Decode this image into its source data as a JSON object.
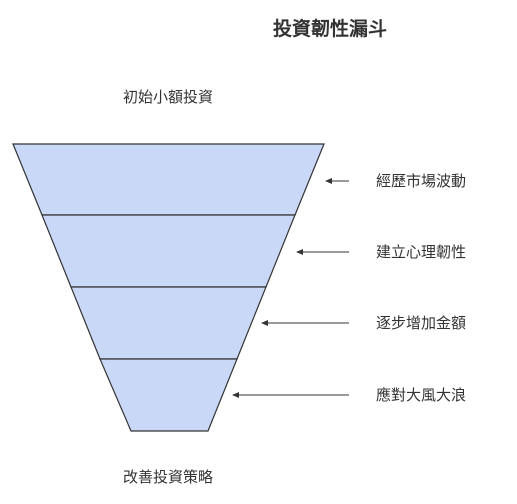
{
  "diagram": {
    "title": "投資韌性漏斗",
    "top_caption": "初始小額投資",
    "bottom_caption": "改善投資策略",
    "fill_color": "#c9d8f7",
    "stroke_color": "#333333",
    "stages": [
      {
        "label": "經歷市場波動"
      },
      {
        "label": "建立心理韌性"
      },
      {
        "label": "逐步增加金額"
      },
      {
        "label": "應對大風大浪"
      }
    ]
  }
}
